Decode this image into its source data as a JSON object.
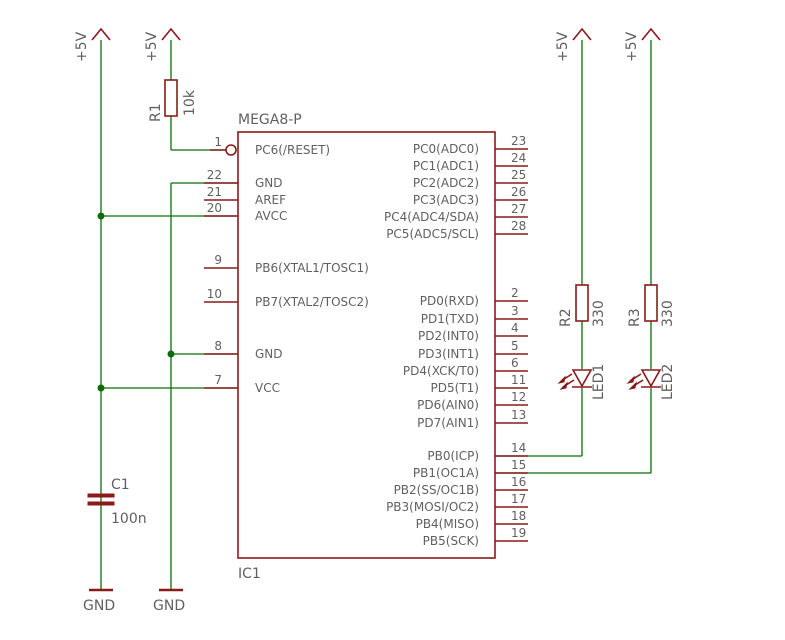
{
  "ic": {
    "name": "MEGA8-P",
    "ref": "IC1",
    "left_pins": [
      {
        "num": "1",
        "label": "PC6(/RESET)"
      },
      {
        "num": "22",
        "label": "GND"
      },
      {
        "num": "21",
        "label": "AREF"
      },
      {
        "num": "20",
        "label": "AVCC"
      },
      {
        "num": "9",
        "label": "PB6(XTAL1/TOSC1)"
      },
      {
        "num": "10",
        "label": "PB7(XTAL2/TOSC2)"
      },
      {
        "num": "8",
        "label": "GND"
      },
      {
        "num": "7",
        "label": "VCC"
      }
    ],
    "right_pins": [
      {
        "num": "23",
        "label": "PC0(ADC0)"
      },
      {
        "num": "24",
        "label": "PC1(ADC1)"
      },
      {
        "num": "25",
        "label": "PC2(ADC2)"
      },
      {
        "num": "26",
        "label": "PC3(ADC3)"
      },
      {
        "num": "27",
        "label": "PC4(ADC4/SDA)"
      },
      {
        "num": "28",
        "label": "PC5(ADC5/SCL)"
      },
      {
        "num": "2",
        "label": "PD0(RXD)"
      },
      {
        "num": "3",
        "label": "PD1(TXD)"
      },
      {
        "num": "4",
        "label": "PD2(INT0)"
      },
      {
        "num": "5",
        "label": "PD3(INT1)"
      },
      {
        "num": "6",
        "label": "PD4(XCK/T0)"
      },
      {
        "num": "11",
        "label": "PD5(T1)"
      },
      {
        "num": "12",
        "label": "PD6(AIN0)"
      },
      {
        "num": "13",
        "label": "PD7(AIN1)"
      },
      {
        "num": "14",
        "label": "PB0(ICP)"
      },
      {
        "num": "15",
        "label": "PB1(OC1A)"
      },
      {
        "num": "16",
        "label": "PB2(SS/OC1B)"
      },
      {
        "num": "17",
        "label": "PB3(MOSI/OC2)"
      },
      {
        "num": "18",
        "label": "PB4(MISO)"
      },
      {
        "num": "19",
        "label": "PB5(SCK)"
      }
    ]
  },
  "components": {
    "r1": {
      "ref": "R1",
      "value": "10k"
    },
    "r2": {
      "ref": "R2",
      "value": "330"
    },
    "r3": {
      "ref": "R3",
      "value": "330"
    },
    "c1": {
      "ref": "C1",
      "value": "100n"
    },
    "led1": {
      "ref": "LED1"
    },
    "led2": {
      "ref": "LED2"
    }
  },
  "power": {
    "vcc": "+5V",
    "gnd": "GND"
  },
  "colors": {
    "wire": "#0a6d0a",
    "part": "#8b1a1a",
    "text": "#606060"
  }
}
